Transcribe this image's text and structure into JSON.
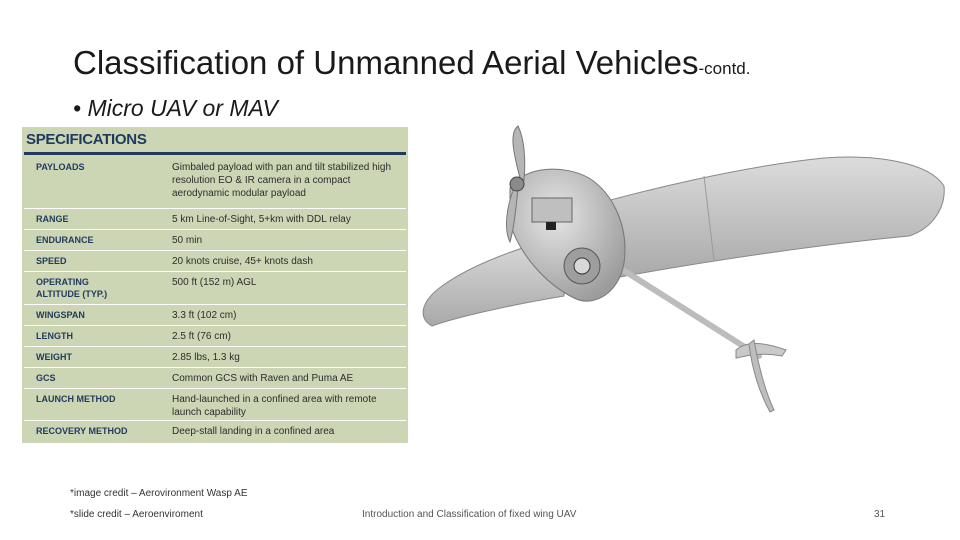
{
  "slide": {
    "title": "Classification of Unmanned Aerial Vehicles",
    "title_suffix": "-contd.",
    "bullet_marker": "•",
    "bullet_text": "Micro UAV or MAV"
  },
  "spec_table": {
    "heading": "SPECIFICATIONS",
    "rows": [
      {
        "label": "PAYLOADS",
        "value": "Gimbaled payload with pan and tilt stabilized high resolution EO & IR camera in a compact aerodynamic modular payload"
      },
      {
        "label": "RANGE",
        "value": "5 km Line-of-Sight, 5+km with DDL relay"
      },
      {
        "label": "ENDURANCE",
        "value": "50 min"
      },
      {
        "label": "SPEED",
        "value": "20 knots cruise, 45+ knots dash"
      },
      {
        "label": "OPERATING ALTITUDE (TYP.)",
        "value": "500 ft (152 m) AGL"
      },
      {
        "label": "WINGSPAN",
        "value": "3.3 ft (102 cm)"
      },
      {
        "label": "LENGTH",
        "value": "2.5 ft (76 cm)"
      },
      {
        "label": "WEIGHT",
        "value": "2.85 lbs, 1.3 kg"
      },
      {
        "label": "GCS",
        "value": "Common GCS with Raven and Puma AE"
      },
      {
        "label": "LAUNCH METHOD",
        "value": "Hand-launched in a confined area with remote launch capability"
      },
      {
        "label": "RECOVERY METHOD",
        "value": "Deep-stall landing in a confined area"
      }
    ],
    "colors": {
      "background": "#ccd5b4",
      "accent": "#1f3a5f"
    }
  },
  "credits": {
    "image": "*image credit – Aerovironment Wasp AE",
    "slide": "*slide credit – Aeroenviroment"
  },
  "footer": {
    "center": "Introduction and Classification of fixed wing UAV",
    "page_number": "31"
  }
}
